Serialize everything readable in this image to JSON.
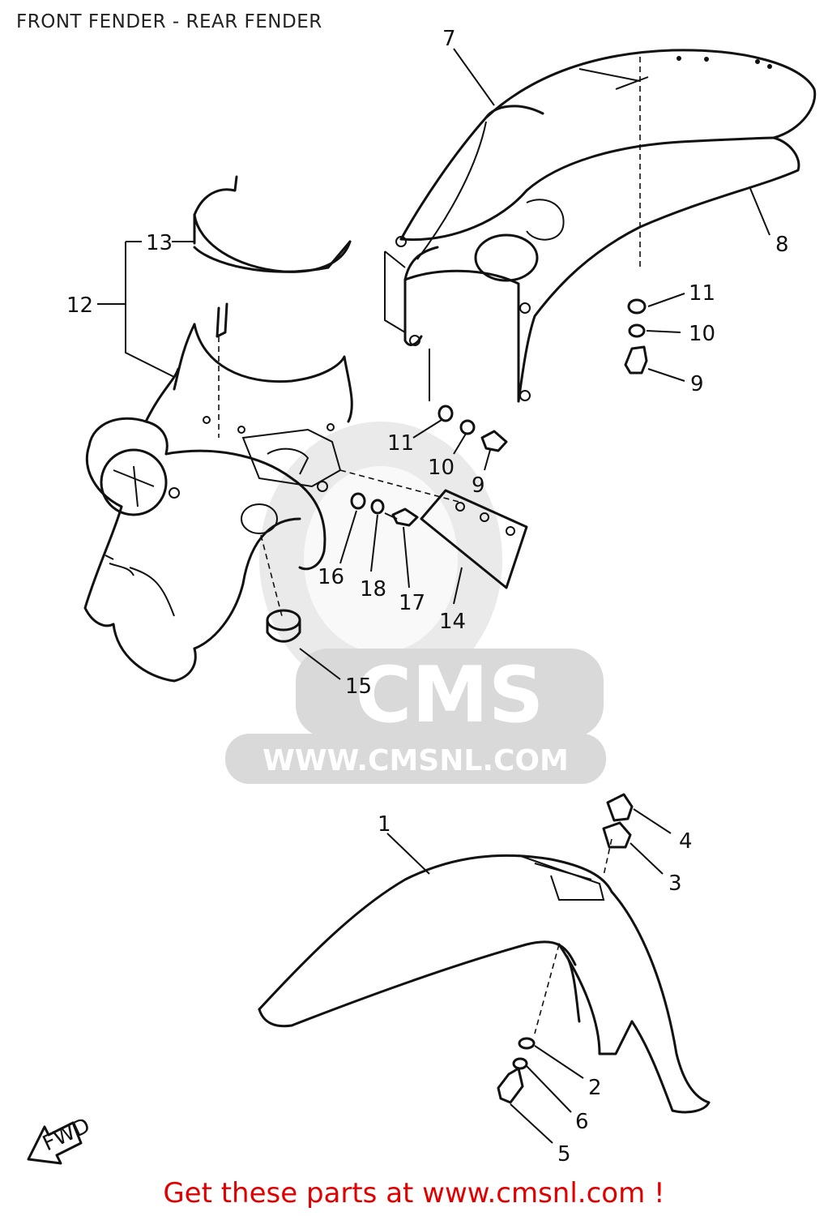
{
  "header": {
    "title": "FRONT FENDER - REAR FENDER"
  },
  "footer": {
    "link_text": "Get these parts at www.cmsnl.com !"
  },
  "watermark": {
    "brand": "CMS",
    "url": "WWW.CMSNL.COM",
    "color": "#d9d9d9"
  },
  "direction_label": "FWD",
  "accent_color": "#e00000",
  "callouts": [
    "1",
    "2",
    "3",
    "4",
    "5",
    "6",
    "7",
    "8",
    "9",
    "10",
    "11",
    "12",
    "13",
    "14",
    "15",
    "16",
    "17",
    "18"
  ]
}
